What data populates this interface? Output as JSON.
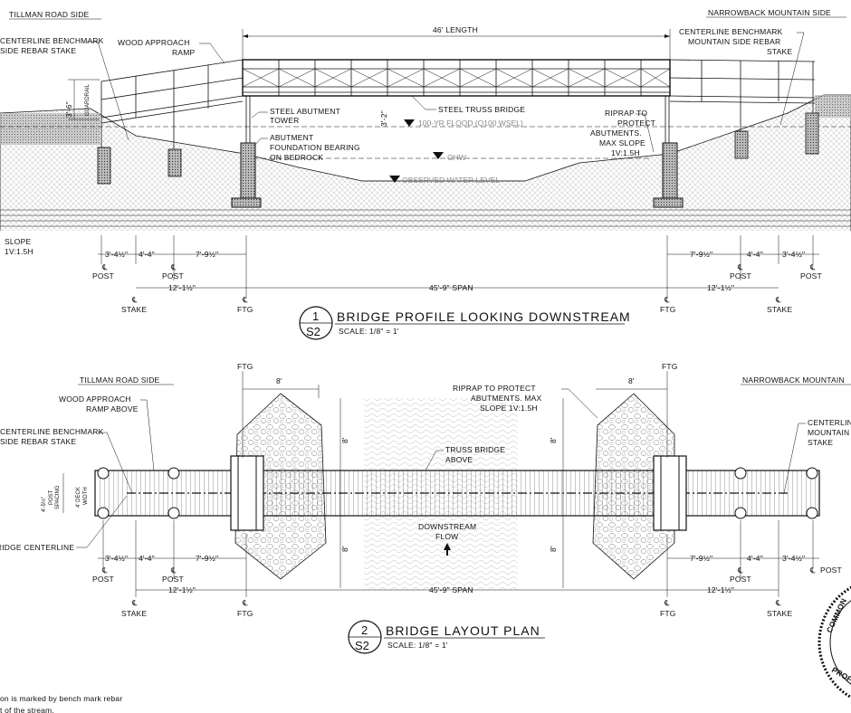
{
  "profile": {
    "tillman_side": "TILLMAN ROAD SIDE",
    "narrowback_side": "NARROWBACK MOUNTAIN SIDE",
    "benchmark_left_1": "CENTERLINE BENCHMARK",
    "benchmark_left_2": "SIDE REBAR STAKE",
    "wood_ramp_1": "WOOD APPROACH",
    "wood_ramp_2": "RAMP",
    "length": "46' LENGTH",
    "benchmark_right_1": "CENTERLINE BENCHMARK",
    "benchmark_right_2": "MOUNTAIN SIDE REBAR",
    "benchmark_right_3": "STAKE",
    "guardrail_height": "3'-6\"",
    "guardrail": "GUARDRAIL",
    "steel_abutment_1": "STEEL ABUTMENT",
    "steel_abutment_2": "TOWER",
    "dim_3_2": "3'-2\"",
    "steel_truss": "STEEL TRUSS BRIDGE",
    "flood": "100-YR FLOOD (Q100 WSEL)",
    "abut_found_1": "ABUTMENT",
    "abut_found_2": "FOUNDATION BEARING",
    "abut_found_3": "ON BEDROCK",
    "ohw": "OHW",
    "observed_water": "OBSERVED WATER LEVEL",
    "riprap_1": "RIPRAP TO",
    "riprap_2": "PROTECT",
    "riprap_3": "ABUTMENTS.",
    "riprap_4": "MAX SLOPE",
    "riprap_5": "1V:1.5H",
    "slope_1": "SLOPE",
    "slope_2": "1V:1.5H",
    "dim_3_4_5": "3'-4½\"",
    "dim_4_4": "4'-4\"",
    "dim_7_9_5": "7'-9½\"",
    "dim_12_1_5": "12'-1½\"",
    "span": "45'-9\" SPAN",
    "post": "POST",
    "stake": "STAKE",
    "ftg": "FTG",
    "cl_symbol": "℄",
    "title_num": "1",
    "title_sheet": "S2",
    "title": "BRIDGE PROFILE LOOKING DOWNSTREAM",
    "scale": "SCALE:    1/8\" = 1'"
  },
  "plan": {
    "tillman_side": "TILLMAN ROAD SIDE",
    "narrowback_side": "NARROWBACK MOUNTAIN",
    "wood_ramp_1": "WOOD APPROACH",
    "wood_ramp_2": "RAMP ABOVE",
    "benchmark_left_1": "CENTERLINE BENCHMARK",
    "benchmark_left_2": "SIDE REBAR STAKE",
    "benchmark_right_1": "CENTERLINE",
    "benchmark_right_2": "MOUNTAIN",
    "benchmark_right_3": "STAKE",
    "ftg": "FTG",
    "eight": "8'",
    "riprap_1": "RIPRAP TO PROTECT",
    "riprap_2": "ABUTMENTS. MAX",
    "riprap_3": "SLOPE 1V:1.5H",
    "truss_above_1": "TRUSS BRIDGE",
    "truss_above_2": "ABOVE",
    "post_spacing_1": "4'-5½\"",
    "post_spacing_2": "POST",
    "post_spacing_3": "SPACING",
    "deck_1": "4' DECK",
    "deck_2": "WIDTH",
    "bridge_centerline": "BRIDGE CENTERLINE",
    "downstream_1": "DOWNSTREAM",
    "downstream_2": "FLOW",
    "span": "45'-9\" SPAN",
    "title_num": "2",
    "title_sheet": "S2",
    "title": "BRIDGE LAYOUT PLAN",
    "scale": "SCALE:    1/8\" = 1'"
  },
  "notes": {
    "line_1": "on is marked by bench mark rebar",
    "line_2": "t of the stream."
  },
  "seal": {
    "text_1": "COMMON",
    "text_2": "PROFE"
  }
}
